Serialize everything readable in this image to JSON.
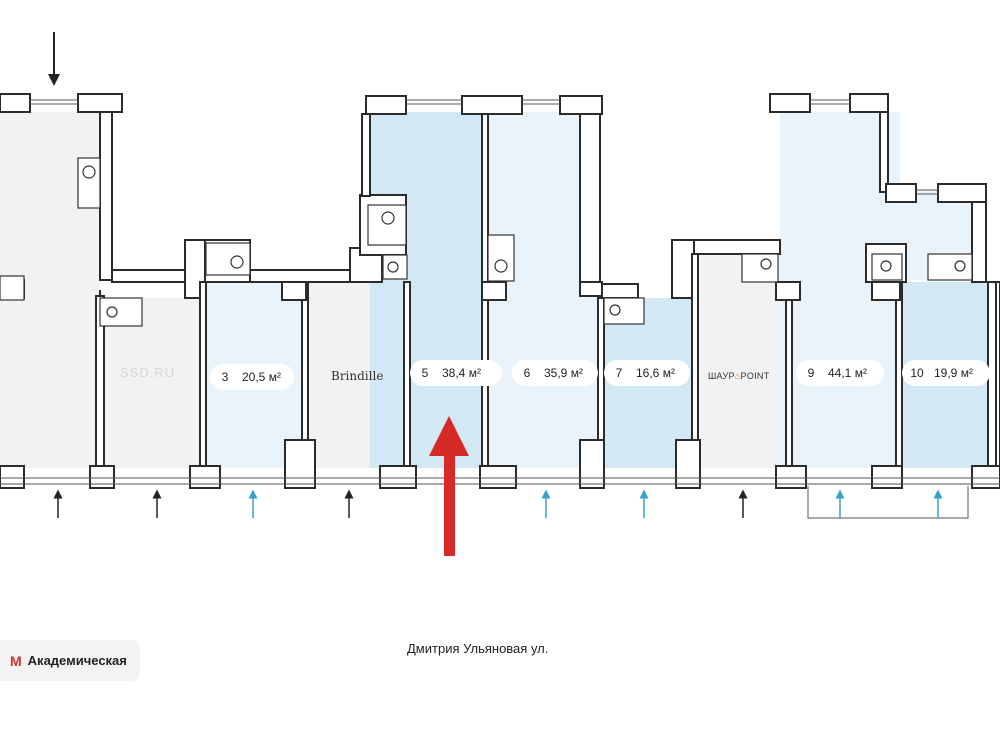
{
  "units": [
    {
      "id": "3",
      "number": "3",
      "area": "20,5 м²",
      "color": "#eaf3fa"
    },
    {
      "id": "5",
      "number": "5",
      "area": "38,4 м²",
      "color": "#d3e8f5"
    },
    {
      "id": "6",
      "number": "6",
      "area": "35,9 м²",
      "color": "#eaf3fa"
    },
    {
      "id": "7",
      "number": "7",
      "area": "16,6 м²",
      "color": "#d3e8f5"
    },
    {
      "id": "9",
      "number": "9",
      "area": "44,1 м²",
      "color": "#eaf3fa"
    },
    {
      "id": "10",
      "number": "10",
      "area": "19,9 м²",
      "color": "#d3e8f5"
    }
  ],
  "tenants": {
    "brindille": "Brindille",
    "sharpoint_left": "ШАУР",
    "sharpoint_hat": "⌂",
    "sharpoint_right": "POINT"
  },
  "watermark": "SSD.RU",
  "street": "Дмитрия Ульяновая ул.",
  "metro": {
    "logo": "M",
    "station": "Академическая"
  },
  "colors": {
    "occupied": "#f2f2f2",
    "highlight_arrow": "#d62a26",
    "entrance_arrow_blue": "#3b9fc7",
    "entrance_arrow_dark": "#222222"
  }
}
